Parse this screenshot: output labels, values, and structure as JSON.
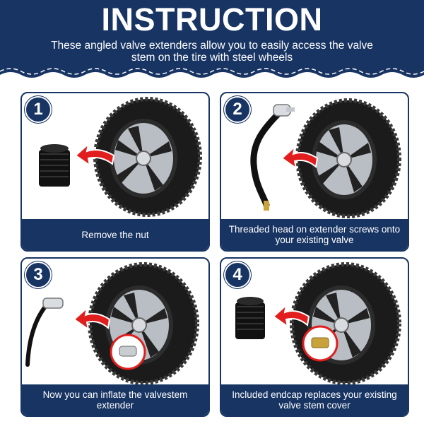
{
  "header": {
    "title": "INSTRUCTION",
    "subtitle": "These angled valve extenders allow you to easily access the valve stem on the tire with steel wheels"
  },
  "colors": {
    "navy": "#173463",
    "arrow": "#e21d1d",
    "tire": "#1b1b1b",
    "rim": "#b9bec4"
  },
  "steps": [
    {
      "number": "1",
      "caption": "Remove the nut"
    },
    {
      "number": "2",
      "caption": "Threaded head on extender screws onto your existing valve"
    },
    {
      "number": "3",
      "caption": "Now you can inflate the valvestem extender"
    },
    {
      "number": "4",
      "caption": "Included endcap replaces your existing valve stem cover"
    }
  ]
}
